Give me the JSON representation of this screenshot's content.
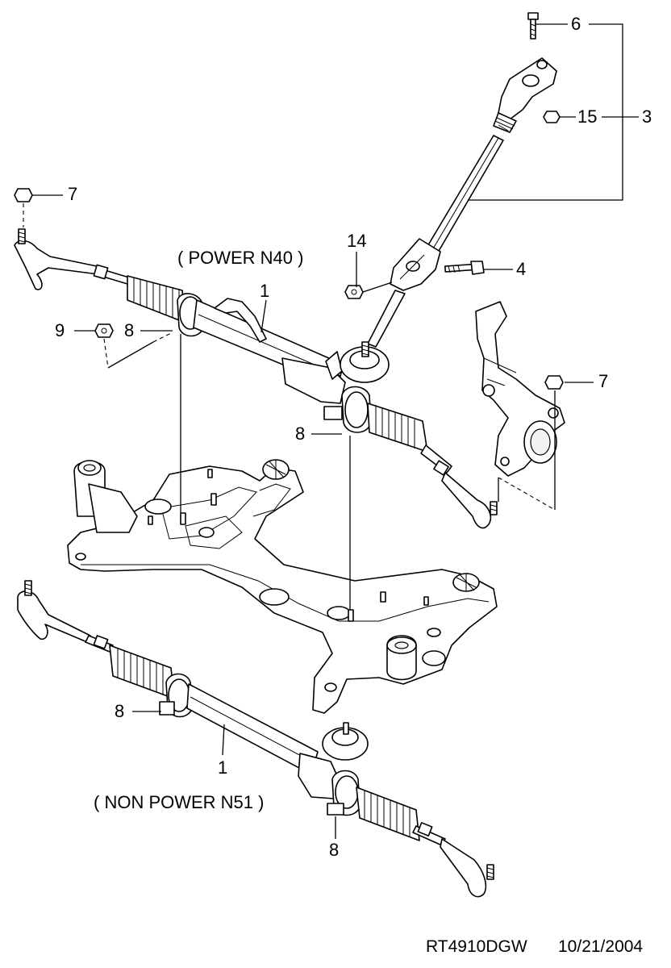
{
  "labels": {
    "p6": "6",
    "p15": "15",
    "p3": "3",
    "p7_top": "7",
    "p14": "14",
    "p4": "4",
    "p1_top": "1",
    "p9": "9",
    "p8_left": "8",
    "p7_right": "7",
    "p8_mid": "8",
    "p8_lower": "8",
    "p1_lower": "1",
    "p8_bottom": "8"
  },
  "captions": {
    "power": "( POWER N40 )",
    "non_power": "( NON POWER N51 )"
  },
  "footer": {
    "code": "RT4910DGW",
    "date": "10/21/2004"
  }
}
